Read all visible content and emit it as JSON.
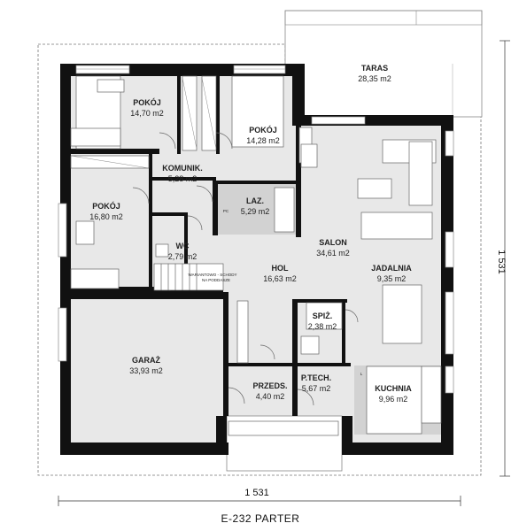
{
  "plan_caption": "E-232 PARTER",
  "dimensions": {
    "width": "1 531",
    "depth": "1 531"
  },
  "stair_note": {
    "line1": "WARIANTOWO - SCHODY",
    "line2": "NA PODDASZE"
  },
  "small_marks": {
    "pc_mark": "PC",
    "kitchen_mark": "L"
  },
  "rooms": [
    {
      "name": "POKÓJ",
      "area": "14,70 m2"
    },
    {
      "name": "POKÓJ",
      "area": "14,28 m2"
    },
    {
      "name": "TARAS",
      "area": "28,35 m2"
    },
    {
      "name": "KOMUNIK.",
      "area": "5,28 m2"
    },
    {
      "name": "LAZ.",
      "area": "5,29 m2"
    },
    {
      "name": "POKÓJ",
      "area": "16,80 m2"
    },
    {
      "name": "WC",
      "area": "2,79 m2"
    },
    {
      "name": "HOL",
      "area": "16,63 m2"
    },
    {
      "name": "SALON",
      "area": "34,61 m2"
    },
    {
      "name": "JADALNIA",
      "area": "9,35 m2"
    },
    {
      "name": "SPIŻ.",
      "area": "2,38 m2"
    },
    {
      "name": "GARAŻ",
      "area": "33,93 m2"
    },
    {
      "name": "PRZEDS.",
      "area": "4,40 m2"
    },
    {
      "name": "P.TECH.",
      "area": "5,67 m2"
    },
    {
      "name": "KUCHNIA",
      "area": "9,96 m2"
    }
  ],
  "colors": {
    "wall": "#111111",
    "floor": "#e8e8e8",
    "room_highlight": "#d2d2d2",
    "outline": "#888888"
  }
}
